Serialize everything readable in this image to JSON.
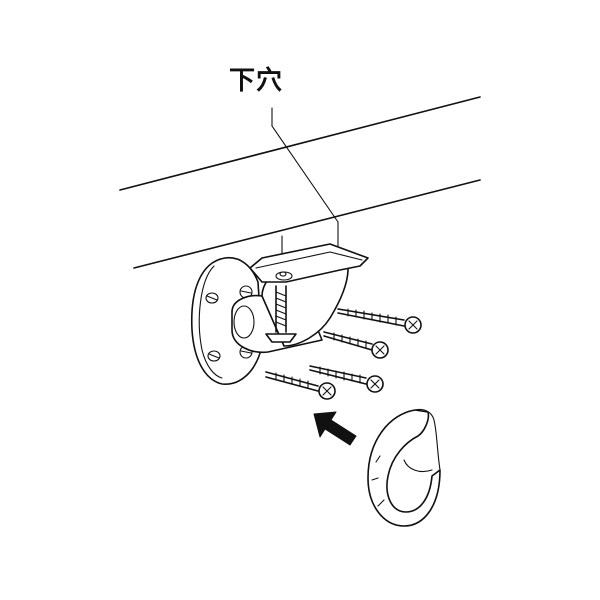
{
  "diagram": {
    "callout_label": "下穴",
    "colors": {
      "line": "#111111",
      "background": "#ffffff",
      "shading": "#e6e6e6"
    },
    "parts": [
      "shelf-board",
      "pilot-hole",
      "bracket-base-plate",
      "pipe-holder-cup",
      "wood-screws",
      "cover-cap",
      "assembly-arrow"
    ]
  }
}
